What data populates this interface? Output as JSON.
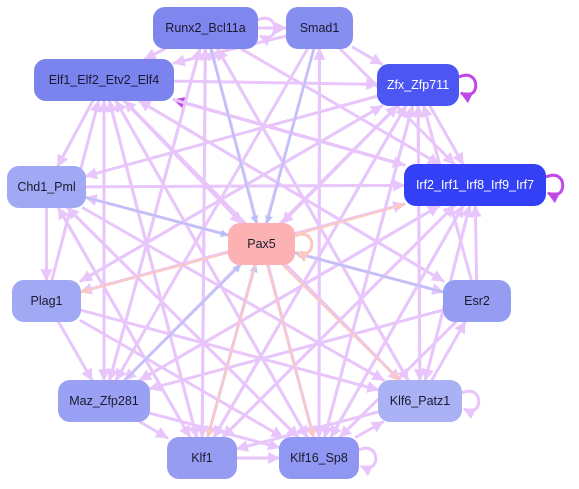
{
  "nodes": [
    {
      "id": "runx2",
      "label": "Runx2_Bcl11a",
      "fill": "#7f87ee",
      "text": "#1a1a2e"
    },
    {
      "id": "smad1",
      "label": "Smad1",
      "fill": "#868ff0",
      "text": "#1a1a2e"
    },
    {
      "id": "elf1",
      "label": "Elf1_Elf2_Etv2_Elf4",
      "fill": "#7a83ee",
      "text": "#1a1a2e"
    },
    {
      "id": "zfx",
      "label": "Zfx_Zfp711",
      "fill": "#4b56f3",
      "text": "#ffffff"
    },
    {
      "id": "chd1",
      "label": "Chd1_Pml",
      "fill": "#a1a8f4",
      "text": "#1a1a2e"
    },
    {
      "id": "irf2",
      "label": "Irf2_Irf1_Irf8_Irf9_Irf7",
      "fill": "#3340f5",
      "text": "#ffffff"
    },
    {
      "id": "pax5",
      "label": "Pax5",
      "fill": "#fcb2b2",
      "text": "#1a1a2e"
    },
    {
      "id": "plag1",
      "label": "Plag1",
      "fill": "#a1a8f4",
      "text": "#1a1a2e"
    },
    {
      "id": "esr2",
      "label": "Esr2",
      "fill": "#959cf2",
      "text": "#1a1a2e"
    },
    {
      "id": "maz",
      "label": "Maz_Zfp281",
      "fill": "#9aa1f4",
      "text": "#1a1a2e"
    },
    {
      "id": "klf6",
      "label": "Klf6_Patz1",
      "fill": "#abb1f5",
      "text": "#1a1a2e"
    },
    {
      "id": "klf1",
      "label": "Klf1",
      "fill": "#959cf2",
      "text": "#1a1a2e"
    },
    {
      "id": "klf16",
      "label": "Klf16_Sp8",
      "fill": "#9097f2",
      "text": "#1a1a2e"
    }
  ],
  "edges": [
    {
      "from": "runx2",
      "to": "pax5",
      "color": "#b9c1f6",
      "weight": 2
    },
    {
      "from": "smad1",
      "to": "pax5",
      "color": "#b9c1f6",
      "weight": 2
    },
    {
      "from": "elf1",
      "to": "pax5",
      "color": "#e8c6fb",
      "weight": 3
    },
    {
      "from": "zfx",
      "to": "pax5",
      "color": "#e8c6fb",
      "weight": 3
    },
    {
      "from": "chd1",
      "to": "pax5",
      "color": "#b9c1f6",
      "weight": 2
    },
    {
      "from": "pax5",
      "to": "irf2",
      "color": "#fcc9c0",
      "weight": 2
    },
    {
      "from": "pax5",
      "to": "plag1",
      "color": "#fcc9c0",
      "weight": 2
    },
    {
      "from": "esr2",
      "to": "pax5",
      "color": "#b9c1f6",
      "weight": 2
    },
    {
      "from": "maz",
      "to": "pax5",
      "color": "#b9c1f6",
      "weight": 2
    },
    {
      "from": "pax5",
      "to": "klf6",
      "color": "#fcc9c0",
      "weight": 2
    },
    {
      "from": "klf1",
      "to": "pax5",
      "color": "#b9c1f6",
      "weight": 2
    },
    {
      "from": "pax5",
      "to": "klf16",
      "color": "#fcc9c0",
      "weight": 2
    },
    {
      "from": "pax5",
      "to": "klf1",
      "color": "#fcc9c0",
      "weight": 2
    },
    {
      "from": "irf2",
      "to": "elf1",
      "color": "#c04ae8",
      "weight": 3
    },
    {
      "from": "runx2",
      "to": "smad1",
      "color": "#e8c6fb",
      "weight": 3
    },
    {
      "from": "runx2",
      "to": "elf1",
      "color": "#e8c6fb",
      "weight": 3
    },
    {
      "from": "smad1",
      "to": "zfx",
      "color": "#e8c6fb",
      "weight": 3
    },
    {
      "from": "zfx",
      "to": "irf2",
      "color": "#e8c6fb",
      "weight": 3
    },
    {
      "from": "elf1",
      "to": "chd1",
      "color": "#e8c6fb",
      "weight": 3
    },
    {
      "from": "chd1",
      "to": "plag1",
      "color": "#e8c6fb",
      "weight": 3
    },
    {
      "from": "plag1",
      "to": "maz",
      "color": "#e8c6fb",
      "weight": 3
    },
    {
      "from": "maz",
      "to": "klf1",
      "color": "#e8c6fb",
      "weight": 3
    },
    {
      "from": "klf1",
      "to": "klf16",
      "color": "#e8c6fb",
      "weight": 3
    },
    {
      "from": "klf16",
      "to": "klf6",
      "color": "#e8c6fb",
      "weight": 3
    },
    {
      "from": "klf6",
      "to": "esr2",
      "color": "#e8c6fb",
      "weight": 3
    },
    {
      "from": "esr2",
      "to": "irf2",
      "color": "#e8c6fb",
      "weight": 3
    },
    {
      "from": "elf1",
      "to": "zfx",
      "color": "#e8c6fb",
      "weight": 3
    },
    {
      "from": "elf1",
      "to": "irf2",
      "color": "#e8c6fb",
      "weight": 3
    },
    {
      "from": "elf1",
      "to": "klf1",
      "color": "#e8c6fb",
      "weight": 3
    },
    {
      "from": "elf1",
      "to": "klf16",
      "color": "#e8c6fb",
      "weight": 3
    },
    {
      "from": "elf1",
      "to": "klf6",
      "color": "#e8c6fb",
      "weight": 3
    },
    {
      "from": "elf1",
      "to": "esr2",
      "color": "#e8c6fb",
      "weight": 3
    },
    {
      "from": "elf1",
      "to": "maz",
      "color": "#e8c6fb",
      "weight": 3
    },
    {
      "from": "zfx",
      "to": "klf1",
      "color": "#e8c6fb",
      "weight": 3
    },
    {
      "from": "zfx",
      "to": "klf16",
      "color": "#e8c6fb",
      "weight": 3
    },
    {
      "from": "zfx",
      "to": "maz",
      "color": "#e8c6fb",
      "weight": 3
    },
    {
      "from": "zfx",
      "to": "plag1",
      "color": "#e8c6fb",
      "weight": 3
    },
    {
      "from": "zfx",
      "to": "chd1",
      "color": "#e8c6fb",
      "weight": 3
    },
    {
      "from": "zfx",
      "to": "klf6",
      "color": "#e8c6fb",
      "weight": 3
    },
    {
      "from": "runx2",
      "to": "klf16",
      "color": "#e8c6fb",
      "weight": 3
    },
    {
      "from": "runx2",
      "to": "klf1",
      "color": "#e8c6fb",
      "weight": 3
    },
    {
      "from": "runx2",
      "to": "irf2",
      "color": "#e8c6fb",
      "weight": 3
    },
    {
      "from": "runx2",
      "to": "klf6",
      "color": "#e8c6fb",
      "weight": 3
    },
    {
      "from": "runx2",
      "to": "maz",
      "color": "#e8c6fb",
      "weight": 3
    },
    {
      "from": "smad1",
      "to": "klf1",
      "color": "#e8c6fb",
      "weight": 3
    },
    {
      "from": "smad1",
      "to": "klf16",
      "color": "#e8c6fb",
      "weight": 3
    },
    {
      "from": "smad1",
      "to": "maz",
      "color": "#e8c6fb",
      "weight": 3
    },
    {
      "from": "smad1",
      "to": "irf2",
      "color": "#e8c6fb",
      "weight": 3
    },
    {
      "from": "smad1",
      "to": "elf1",
      "color": "#e8c6fb",
      "weight": 3
    },
    {
      "from": "chd1",
      "to": "irf2",
      "color": "#e8c6fb",
      "weight": 3
    },
    {
      "from": "chd1",
      "to": "klf16",
      "color": "#e8c6fb",
      "weight": 3
    },
    {
      "from": "chd1",
      "to": "klf1",
      "color": "#e8c6fb",
      "weight": 3
    },
    {
      "from": "chd1",
      "to": "esr2",
      "color": "#e8c6fb",
      "weight": 3
    },
    {
      "from": "chd1",
      "to": "klf6",
      "color": "#e8c6fb",
      "weight": 3
    },
    {
      "from": "plag1",
      "to": "irf2",
      "color": "#e8c6fb",
      "weight": 3
    },
    {
      "from": "plag1",
      "to": "zfx",
      "color": "#e8c6fb",
      "weight": 3
    },
    {
      "from": "plag1",
      "to": "klf16",
      "color": "#e8c6fb",
      "weight": 3
    },
    {
      "from": "plag1",
      "to": "elf1",
      "color": "#e8c6fb",
      "weight": 3
    },
    {
      "from": "plag1",
      "to": "klf6",
      "color": "#e8c6fb",
      "weight": 3
    },
    {
      "from": "esr2",
      "to": "elf1",
      "color": "#e8c6fb",
      "weight": 3
    },
    {
      "from": "esr2",
      "to": "zfx",
      "color": "#e8c6fb",
      "weight": 3
    },
    {
      "from": "esr2",
      "to": "klf16",
      "color": "#e8c6fb",
      "weight": 3
    },
    {
      "from": "esr2",
      "to": "maz",
      "color": "#e8c6fb",
      "weight": 3
    },
    {
      "from": "esr2",
      "to": "chd1",
      "color": "#e8c6fb",
      "weight": 3
    },
    {
      "from": "maz",
      "to": "irf2",
      "color": "#e8c6fb",
      "weight": 3
    },
    {
      "from": "maz",
      "to": "zfx",
      "color": "#e8c6fb",
      "weight": 3
    },
    {
      "from": "maz",
      "to": "elf1",
      "color": "#e8c6fb",
      "weight": 3
    },
    {
      "from": "maz",
      "to": "klf16",
      "color": "#e8c6fb",
      "weight": 3
    },
    {
      "from": "maz",
      "to": "runx2",
      "color": "#e8c6fb",
      "weight": 3
    },
    {
      "from": "klf6",
      "to": "irf2",
      "color": "#e8c6fb",
      "weight": 3
    },
    {
      "from": "klf6",
      "to": "elf1",
      "color": "#e8c6fb",
      "weight": 3
    },
    {
      "from": "klf6",
      "to": "zfx",
      "color": "#e8c6fb",
      "weight": 3
    },
    {
      "from": "klf6",
      "to": "klf1",
      "color": "#e8c6fb",
      "weight": 3
    },
    {
      "from": "klf6",
      "to": "runx2",
      "color": "#e8c6fb",
      "weight": 3
    },
    {
      "from": "klf1",
      "to": "zfx",
      "color": "#e8c6fb",
      "weight": 3
    },
    {
      "from": "klf1",
      "to": "irf2",
      "color": "#e8c6fb",
      "weight": 3
    },
    {
      "from": "klf1",
      "to": "elf1",
      "color": "#e8c6fb",
      "weight": 3
    },
    {
      "from": "klf1",
      "to": "runx2",
      "color": "#e8c6fb",
      "weight": 3
    },
    {
      "from": "klf1",
      "to": "chd1",
      "color": "#e8c6fb",
      "weight": 3
    },
    {
      "from": "klf16",
      "to": "zfx",
      "color": "#e8c6fb",
      "weight": 3
    },
    {
      "from": "klf16",
      "to": "irf2",
      "color": "#e8c6fb",
      "weight": 3
    },
    {
      "from": "klf16",
      "to": "elf1",
      "color": "#e8c6fb",
      "weight": 3
    },
    {
      "from": "klf16",
      "to": "runx2",
      "color": "#e8c6fb",
      "weight": 3
    },
    {
      "from": "klf16",
      "to": "smad1",
      "color": "#e8c6fb",
      "weight": 3
    },
    {
      "from": "klf16",
      "to": "chd1",
      "color": "#e8c6fb",
      "weight": 3
    },
    {
      "from": "irf2",
      "to": "klf16",
      "color": "#e8c6fb",
      "weight": 3
    },
    {
      "from": "irf2",
      "to": "klf1",
      "color": "#e8c6fb",
      "weight": 3
    },
    {
      "from": "irf2",
      "to": "maz",
      "color": "#e8c6fb",
      "weight": 3
    },
    {
      "from": "irf2",
      "to": "plag1",
      "color": "#e8c6fb",
      "weight": 3
    },
    {
      "from": "irf2",
      "to": "klf6",
      "color": "#e8c6fb",
      "weight": 3
    }
  ],
  "self_loops": [
    {
      "node": "runx2",
      "color": "#e8c6fb"
    },
    {
      "node": "zfx",
      "color": "#c04ae8"
    },
    {
      "node": "irf2",
      "color": "#c04ae8"
    },
    {
      "node": "pax5",
      "color": "#fcc9c0"
    },
    {
      "node": "klf6",
      "color": "#e8c6fb"
    },
    {
      "node": "klf16",
      "color": "#e8c6fb"
    }
  ]
}
